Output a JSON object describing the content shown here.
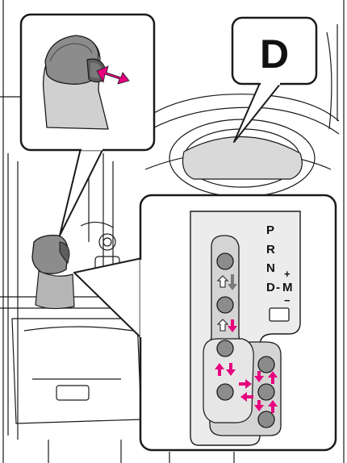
{
  "indicator": {
    "gear_letter": "D"
  },
  "gate": {
    "positions": [
      "P",
      "R",
      "N",
      "D"
    ],
    "manual_plus": "+",
    "manual_label": "M",
    "manual_minus": "−",
    "d_separator": "-"
  },
  "icons": {
    "press": "press-arrow-icon",
    "up_outline": "up-outline-arrow-icon",
    "down_gray": "down-gray-arrow-icon",
    "up_pink": "up-pink-arrow-icon",
    "down_pink": "down-pink-arrow-icon",
    "right_pink": "right-pink-arrow-icon",
    "left_pink": "left-pink-arrow-icon"
  },
  "colors": {
    "accent": "#e6007e",
    "line": "#1a1a1a",
    "gate_fill": "#e8e8e8",
    "knob_fill": "#8c8c8c",
    "dash_fill": "#d9d9d9",
    "arrow_gray": "#7a7a7a"
  }
}
